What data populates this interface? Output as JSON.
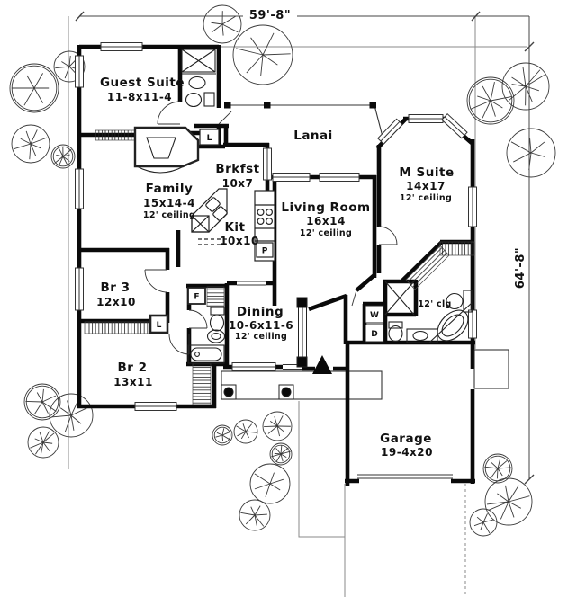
{
  "dimensions": {
    "width": "59'-8\"",
    "height": "64'-8\""
  },
  "rooms": {
    "guest_suite": {
      "name": "Guest Suite",
      "size": "11-8x11-4"
    },
    "family": {
      "name": "Family",
      "size": "15x14-4",
      "ceiling": "12' ceiling"
    },
    "brkfst": {
      "name": "Brkfst",
      "size": "10x7"
    },
    "kitchen": {
      "name": "Kit",
      "size": "10x10"
    },
    "lanai": {
      "name": "Lanai"
    },
    "living": {
      "name": "Living Room",
      "size": "16x14",
      "ceiling": "12' ceiling"
    },
    "master": {
      "name": "M Suite",
      "size": "14x17",
      "ceiling": "12' ceiling"
    },
    "br3": {
      "name": "Br 3",
      "size": "12x10"
    },
    "dining": {
      "name": "Dining",
      "size": "10-6x11-6",
      "ceiling": "12' ceiling"
    },
    "br2": {
      "name": "Br 2",
      "size": "13x11"
    },
    "garage": {
      "name": "Garage",
      "size": "19-4x20"
    },
    "master_bath": {
      "ceiling": "12' clg"
    }
  },
  "fixture_labels": {
    "washer": "W",
    "dryer": "D",
    "pantry": "P",
    "linen": "F",
    "closet": "L"
  },
  "colors": {
    "ink": "#111111",
    "site_line": "#8a8a8a",
    "wall": "#0a0a0a"
  }
}
